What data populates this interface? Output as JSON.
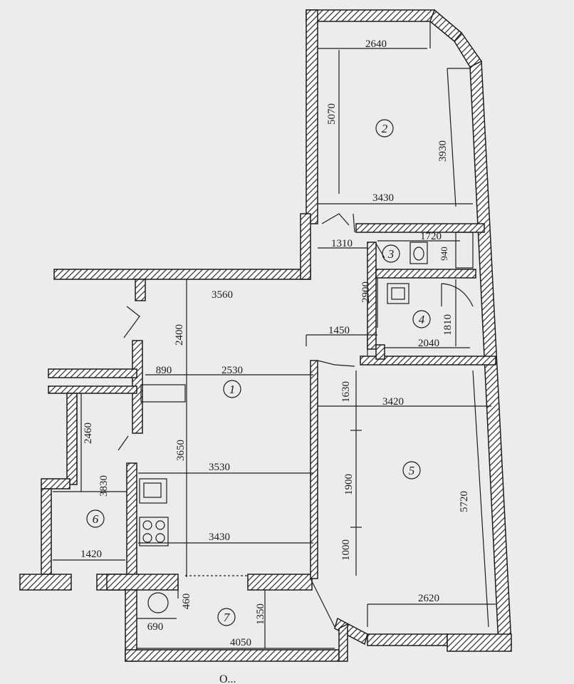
{
  "colors": {
    "background": "#ecedeb",
    "ink": "#1c1c1c",
    "hatch": "#2a2a2a",
    "wall_fill": "#ffffff"
  },
  "rooms": [
    {
      "id": "1",
      "label": "1"
    },
    {
      "id": "2",
      "label": "2"
    },
    {
      "id": "3",
      "label": "3"
    },
    {
      "id": "4",
      "label": "4"
    },
    {
      "id": "5",
      "label": "5"
    },
    {
      "id": "6",
      "label": "6"
    },
    {
      "id": "7",
      "label": "7"
    }
  ],
  "dimensions": {
    "room2_width": "2640",
    "room2_length": "5070",
    "room2_inner": "3930",
    "room2_width_lower": "3430",
    "bath_width": "1720",
    "bath_depth": "940",
    "corridor_width": "1310",
    "corridor_length": "2900",
    "room4_width": "2040",
    "room4_depth": "1810",
    "hall_step": "1450",
    "room1_top": "3560",
    "room1_height_upper": "2400",
    "room1_left_seg": "890",
    "room1_mid": "2530",
    "kitchen_height": "3650",
    "kitchen_width": "3530",
    "kitchen_width_lower": "3430",
    "loggia6_upper": "2460",
    "loggia6_total": "3830",
    "loggia6_width": "1420",
    "room5_top": "3420",
    "room5_seg_a": "1630",
    "room5_seg_b": "1900",
    "room5_seg_c": "1000",
    "room5_length": "5720",
    "room5_bottom": "2620",
    "balcony7_seg": "460",
    "balcony7_left": "690",
    "balcony7_depth": "1350",
    "balcony7_width": "4050"
  },
  "caption": {
    "text": "О..."
  }
}
